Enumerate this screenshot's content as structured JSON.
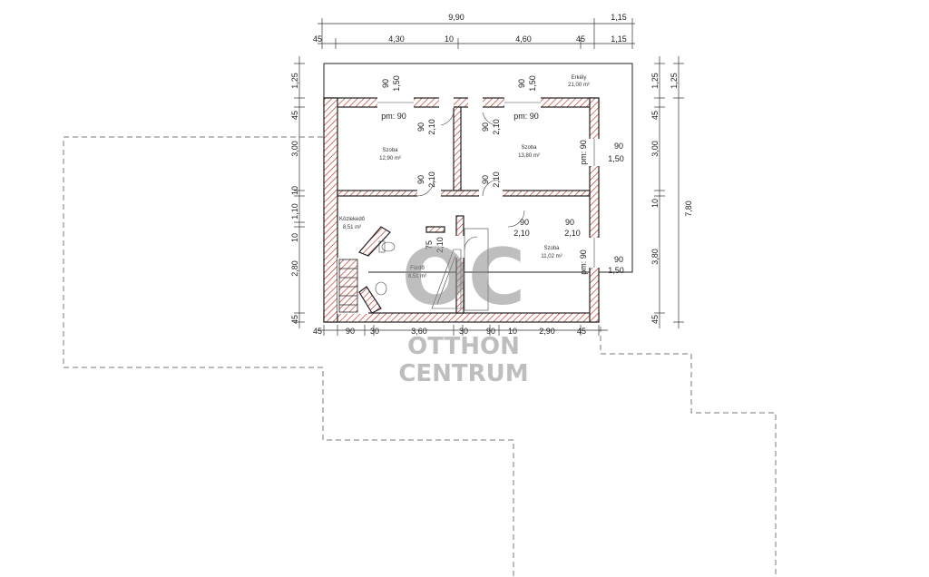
{
  "plan": {
    "dims_top_row1": [
      "9,90",
      "1,15"
    ],
    "dims_top_row2": [
      "45",
      "4,30",
      "10",
      "4,60",
      "45",
      "1,15"
    ],
    "dims_left": [
      "1,25",
      "45",
      "3,00",
      "10",
      "1,10",
      "10",
      "2,80",
      "45"
    ],
    "dims_right_inner": [
      "1,25",
      "45",
      "3,00",
      "10",
      "3,80",
      "45"
    ],
    "dims_right_outer": [
      "1,25",
      "7,80"
    ],
    "dims_bottom": [
      "45",
      "90",
      "30",
      "3,60",
      "30",
      "90",
      "10",
      "2,90",
      "45"
    ],
    "rooms": [
      {
        "name": "Erkély",
        "area": "21,00 m²"
      },
      {
        "name": "Szoba",
        "area": "12,90 m²"
      },
      {
        "name": "Szoba",
        "area": "13,80 m²"
      },
      {
        "name": "Közlekedő",
        "area": "8,51 m²"
      },
      {
        "name": "Fürdő",
        "area": "8,51 m²"
      },
      {
        "name": "Szoba",
        "area": "11,02 m²"
      }
    ],
    "door_labels": {
      "w1a": "90",
      "w1b": "1,50",
      "w2a": "90",
      "w2b": "1,50",
      "pm1": "pm: 90",
      "pm2": "pm: 90",
      "d1a": "90",
      "d1b": "2,10",
      "d2a": "90",
      "d2b": "2,10",
      "d3a": "90",
      "d3b": "2,10",
      "d4a": "90",
      "d4b": "2,10",
      "d5a": "90",
      "d5b": "2,10",
      "d6a": "90",
      "d6b": "2,10",
      "d7a": "75",
      "d7b": "2,10",
      "wr1a": "90",
      "wr1b": "1,50",
      "pmr1": "pm: 90",
      "wr2a": "90",
      "wr2b": "1,50",
      "pmr2": "pm: 90"
    }
  },
  "watermark": {
    "monogram": "OC",
    "line1": "OTTHON",
    "line2": "CENTRUM"
  }
}
